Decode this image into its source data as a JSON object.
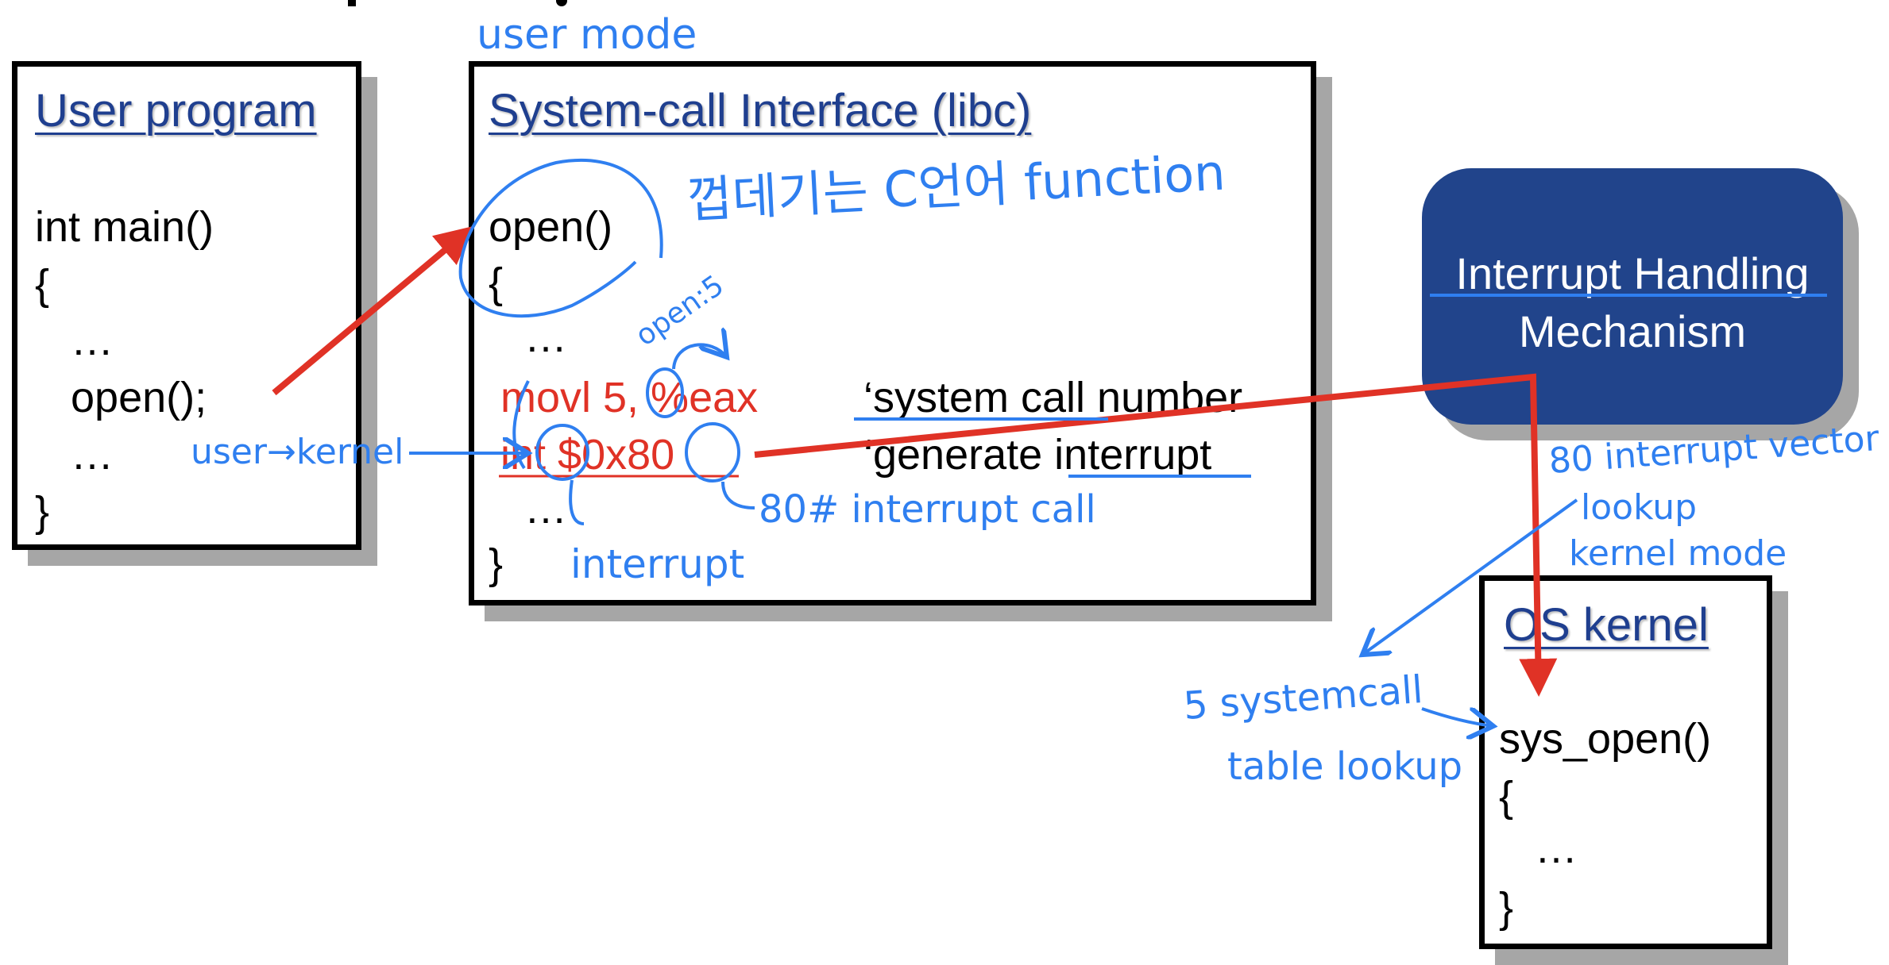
{
  "user_program": {
    "title": "User program",
    "lines": [
      "int main()",
      "{",
      "   …",
      "   open();",
      "   …",
      "}"
    ]
  },
  "libc": {
    "title": "System-call Interface (libc)",
    "func": "open()",
    "brace_open": "{",
    "dots1": "   …",
    "movl": " movl 5, %eax",
    "movl_comment": "‘system call number",
    "int": " int $0x80",
    "int_comment": "‘generate interrupt",
    "dots2": "   …",
    "brace_close": "}"
  },
  "interrupt_handler": {
    "line1": "Interrupt Handling",
    "line2": "Mechanism"
  },
  "os_kernel": {
    "title": "OS kernel",
    "lines": [
      "sys_open()",
      "{",
      "   …",
      "}"
    ]
  },
  "annotations": {
    "user_mode": "user mode",
    "wrapper_note": "껍데기는 C언어 function",
    "open5": "open:5",
    "user_to_kernel": "user→kernel",
    "interrupt_call": "80# interrupt call",
    "interrupt": "interrupt",
    "vector_lookup_1": "80 interrupt vector",
    "vector_lookup_2": "lookup",
    "kernel_mode": "kernel mode",
    "table_lookup_1": "5 systemcall",
    "table_lookup_2": "table lookup"
  },
  "colors": {
    "title_blue": "#1f3f8f",
    "handler_bg": "#21448b",
    "red_arrow": "#e03226",
    "ink_blue": "#2f7ff0",
    "shadow": "#a6a6a6"
  }
}
